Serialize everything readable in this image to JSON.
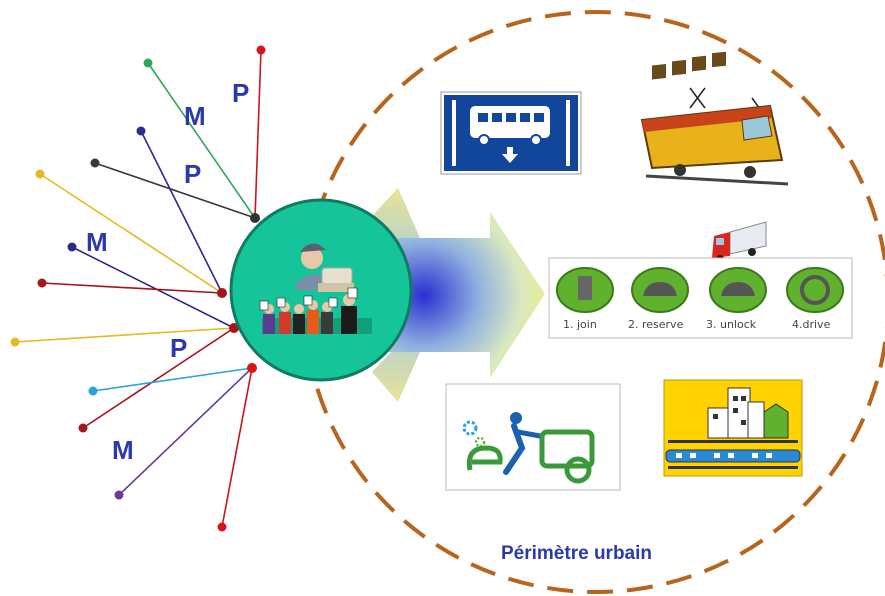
{
  "left_labels": [
    "P",
    "M",
    "P",
    "M",
    "P",
    "M"
  ],
  "perimeter_label": "Périmètre urbain",
  "carsharing_steps": [
    "1. join",
    "2. reserve",
    "3. unlock",
    "4.drive"
  ],
  "colors": {
    "perimeter": "#b8641c",
    "hub_fill": "#16c49a",
    "label_blue": "#2b3aa8",
    "bus_sign": "#12469a",
    "step_green": "#5fb12e",
    "city_bg": "#ffd200"
  },
  "icons": [
    "bus-lane-sign-icon",
    "tramway-icon",
    "truck-icon",
    "cargo-bike-icon",
    "city-train-icon",
    "commuters-icon"
  ]
}
